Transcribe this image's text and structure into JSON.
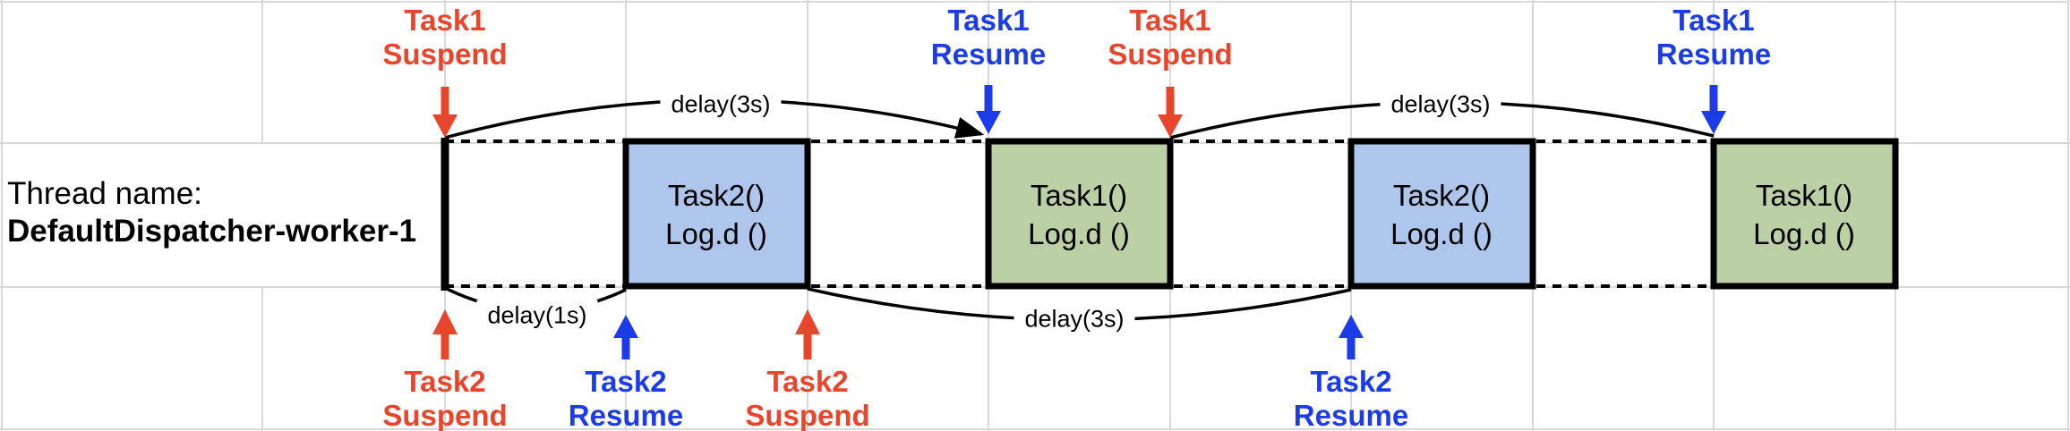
{
  "colors": {
    "suspend": "#e8462c",
    "resume": "#1d3ce9",
    "task1_fill": "#bcd0a6",
    "task2_fill": "#aec6ec",
    "line": "#000000",
    "grid": "#d9d9d9"
  },
  "thread": {
    "label": "Thread name:",
    "name": "DefaultDispatcher-worker-1"
  },
  "top_events": [
    {
      "task": "Task1",
      "action": "Suspend",
      "type": "suspend"
    },
    {
      "task": "Task1",
      "action": "Resume",
      "type": "resume"
    },
    {
      "task": "Task1",
      "action": "Suspend",
      "type": "suspend"
    },
    {
      "task": "Task1",
      "action": "Resume",
      "type": "resume"
    }
  ],
  "bottom_events": [
    {
      "task": "Task2",
      "action": "Suspend",
      "type": "suspend"
    },
    {
      "task": "Task2",
      "action": "Resume",
      "type": "resume"
    },
    {
      "task": "Task2",
      "action": "Suspend",
      "type": "suspend"
    },
    {
      "task": "Task2",
      "action": "Resume",
      "type": "resume"
    }
  ],
  "blocks": [
    {
      "title": "Task2()",
      "subtitle": "Log.d ()",
      "task": "task2"
    },
    {
      "title": "Task1()",
      "subtitle": "Log.d ()",
      "task": "task1"
    },
    {
      "title": "Task2()",
      "subtitle": "Log.d ()",
      "task": "task2"
    },
    {
      "title": "Task1()",
      "subtitle": "Log.d ()",
      "task": "task1"
    }
  ],
  "delay_labels": [
    {
      "text": "delay(3s)"
    },
    {
      "text": "delay(3s)"
    },
    {
      "text": "delay(1s)"
    },
    {
      "text": "delay(3s)"
    }
  ]
}
